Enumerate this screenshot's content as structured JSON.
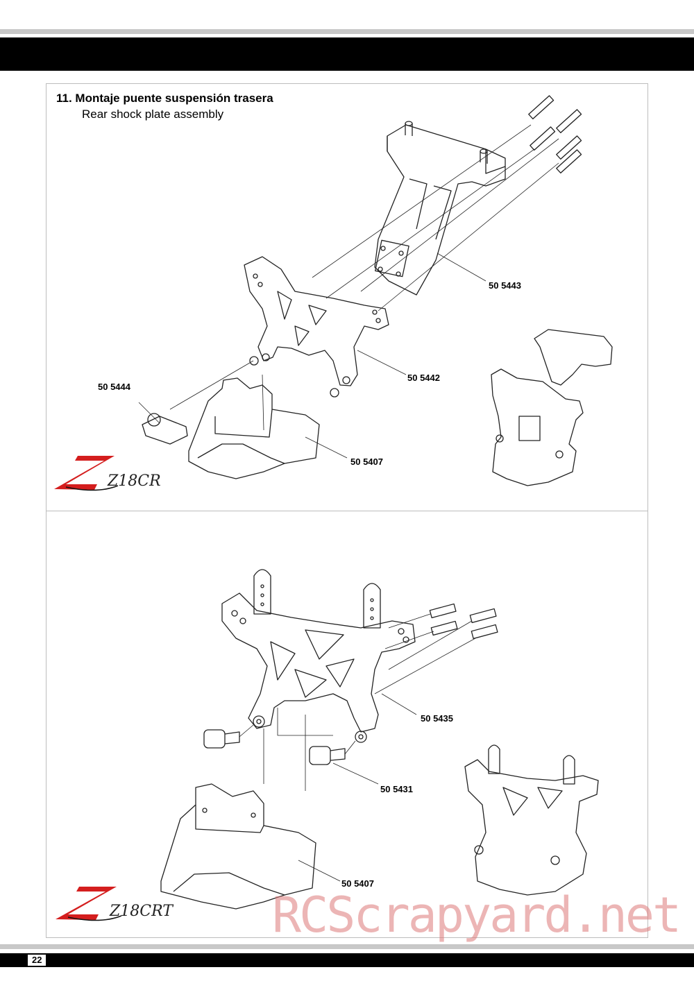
{
  "step": {
    "title": "11.  Montaje puente suspensión trasera",
    "subtitle": "Rear shock plate assembly"
  },
  "parts_top": {
    "p1": "50 5443",
    "p2": "50 5442",
    "p3": "50 5444",
    "p4": "50 5407"
  },
  "parts_bottom": {
    "p1": "50 5435",
    "p2": "50 5431",
    "p3": "50 5407"
  },
  "logos": {
    "top": "Z18CR",
    "bottom": "Z18CRT"
  },
  "footer": {
    "page_number": "22"
  },
  "watermark": "RCScrapyard.net",
  "colors": {
    "logo_red": "#d41e1e",
    "rule_gray": "#c8c8c8",
    "bar_black": "#000000"
  }
}
